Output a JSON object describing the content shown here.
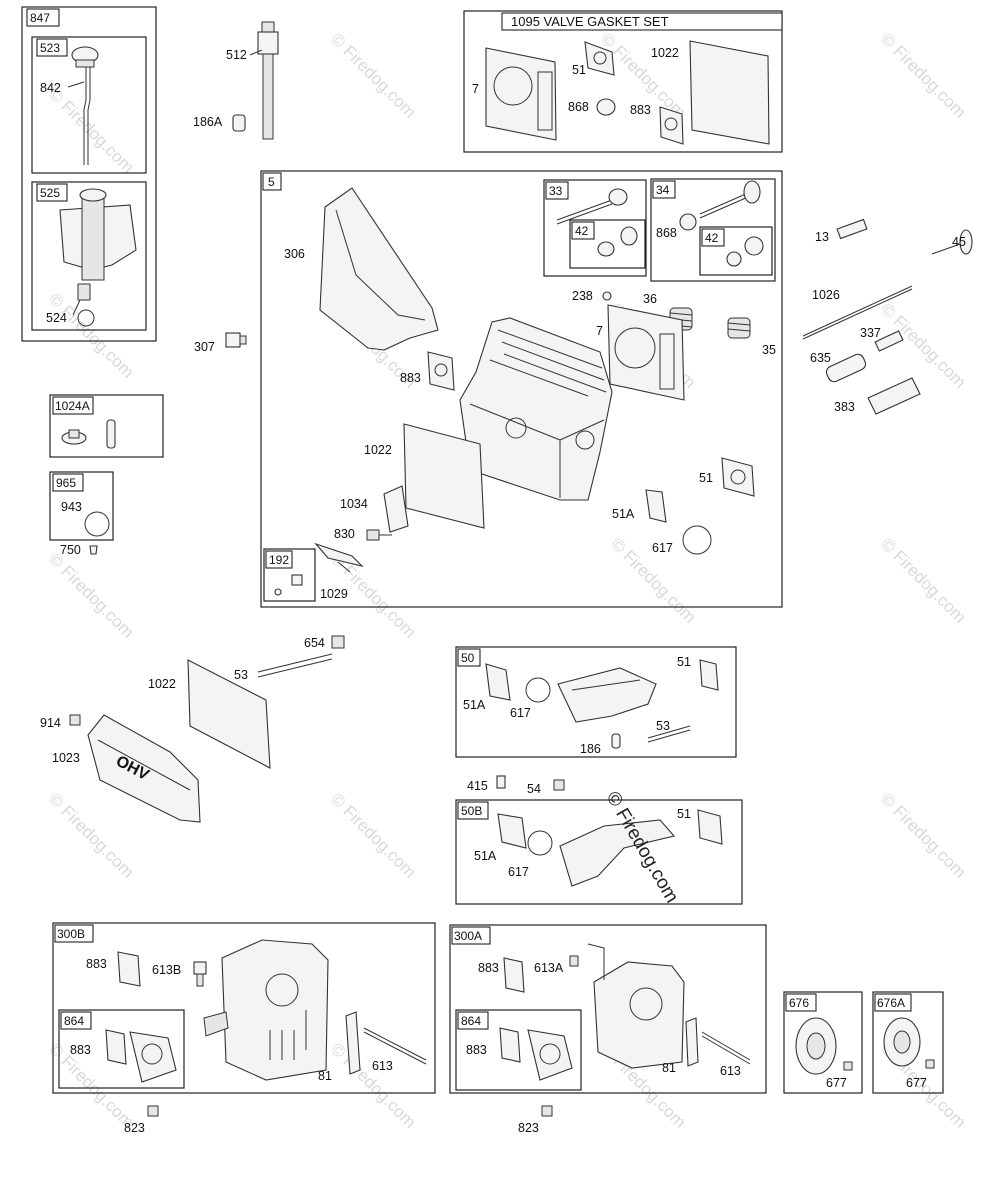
{
  "kit_title": "1095 VALVE GASKET SET",
  "watermark": "© Firedog.com",
  "center_watermark": "© Firedog.com",
  "groups": {
    "g847": "847",
    "g523": "523",
    "g525": "525",
    "g1095": "1095",
    "g5": "5",
    "g33": "33",
    "g34": "34",
    "g42a": "42",
    "g42b": "42",
    "g192": "192",
    "g1024A": "1024A",
    "g965": "965",
    "g50": "50",
    "g50B": "50B",
    "g300B": "300B",
    "g300A": "300A",
    "g864a": "864",
    "g864b": "864",
    "g676": "676",
    "g676A": "676A"
  },
  "labels": {
    "l842": "842",
    "l524": "524",
    "l512": "512",
    "l186A": "186A",
    "l307": "307",
    "l750": "750",
    "l943": "943",
    "k7": "7",
    "k51": "51",
    "k868": "868",
    "k883": "883",
    "k1022": "1022",
    "h306": "306",
    "h883": "883",
    "h1022": "1022",
    "h1034": "1034",
    "h830": "830",
    "h1029": "1029",
    "h238": "238",
    "h36": "36",
    "h7": "7",
    "h35": "35",
    "h51": "51",
    "h51A": "51A",
    "h617": "617",
    "h868": "868",
    "r13": "13",
    "r45": "45",
    "r1026": "1026",
    "r337": "337",
    "r635": "635",
    "r383": "383",
    "c654": "654",
    "c53": "53",
    "c1022": "1022",
    "c914": "914",
    "c1023": "1023",
    "m51A": "51A",
    "m617": "617",
    "m51": "51",
    "m53": "53",
    "m186": "186",
    "m415": "415",
    "m54": "54",
    "n51": "51",
    "n51A": "51A",
    "n617": "617",
    "b883": "883",
    "b613B": "613B",
    "b883i": "883",
    "b81": "81",
    "b613": "613",
    "b823": "823",
    "a883": "883",
    "a613A": "613A",
    "a883i": "883",
    "a81": "81",
    "a613": "613",
    "a823": "823",
    "s677a": "677",
    "s677b": "677"
  },
  "valve_cover_emblem": "OHV"
}
